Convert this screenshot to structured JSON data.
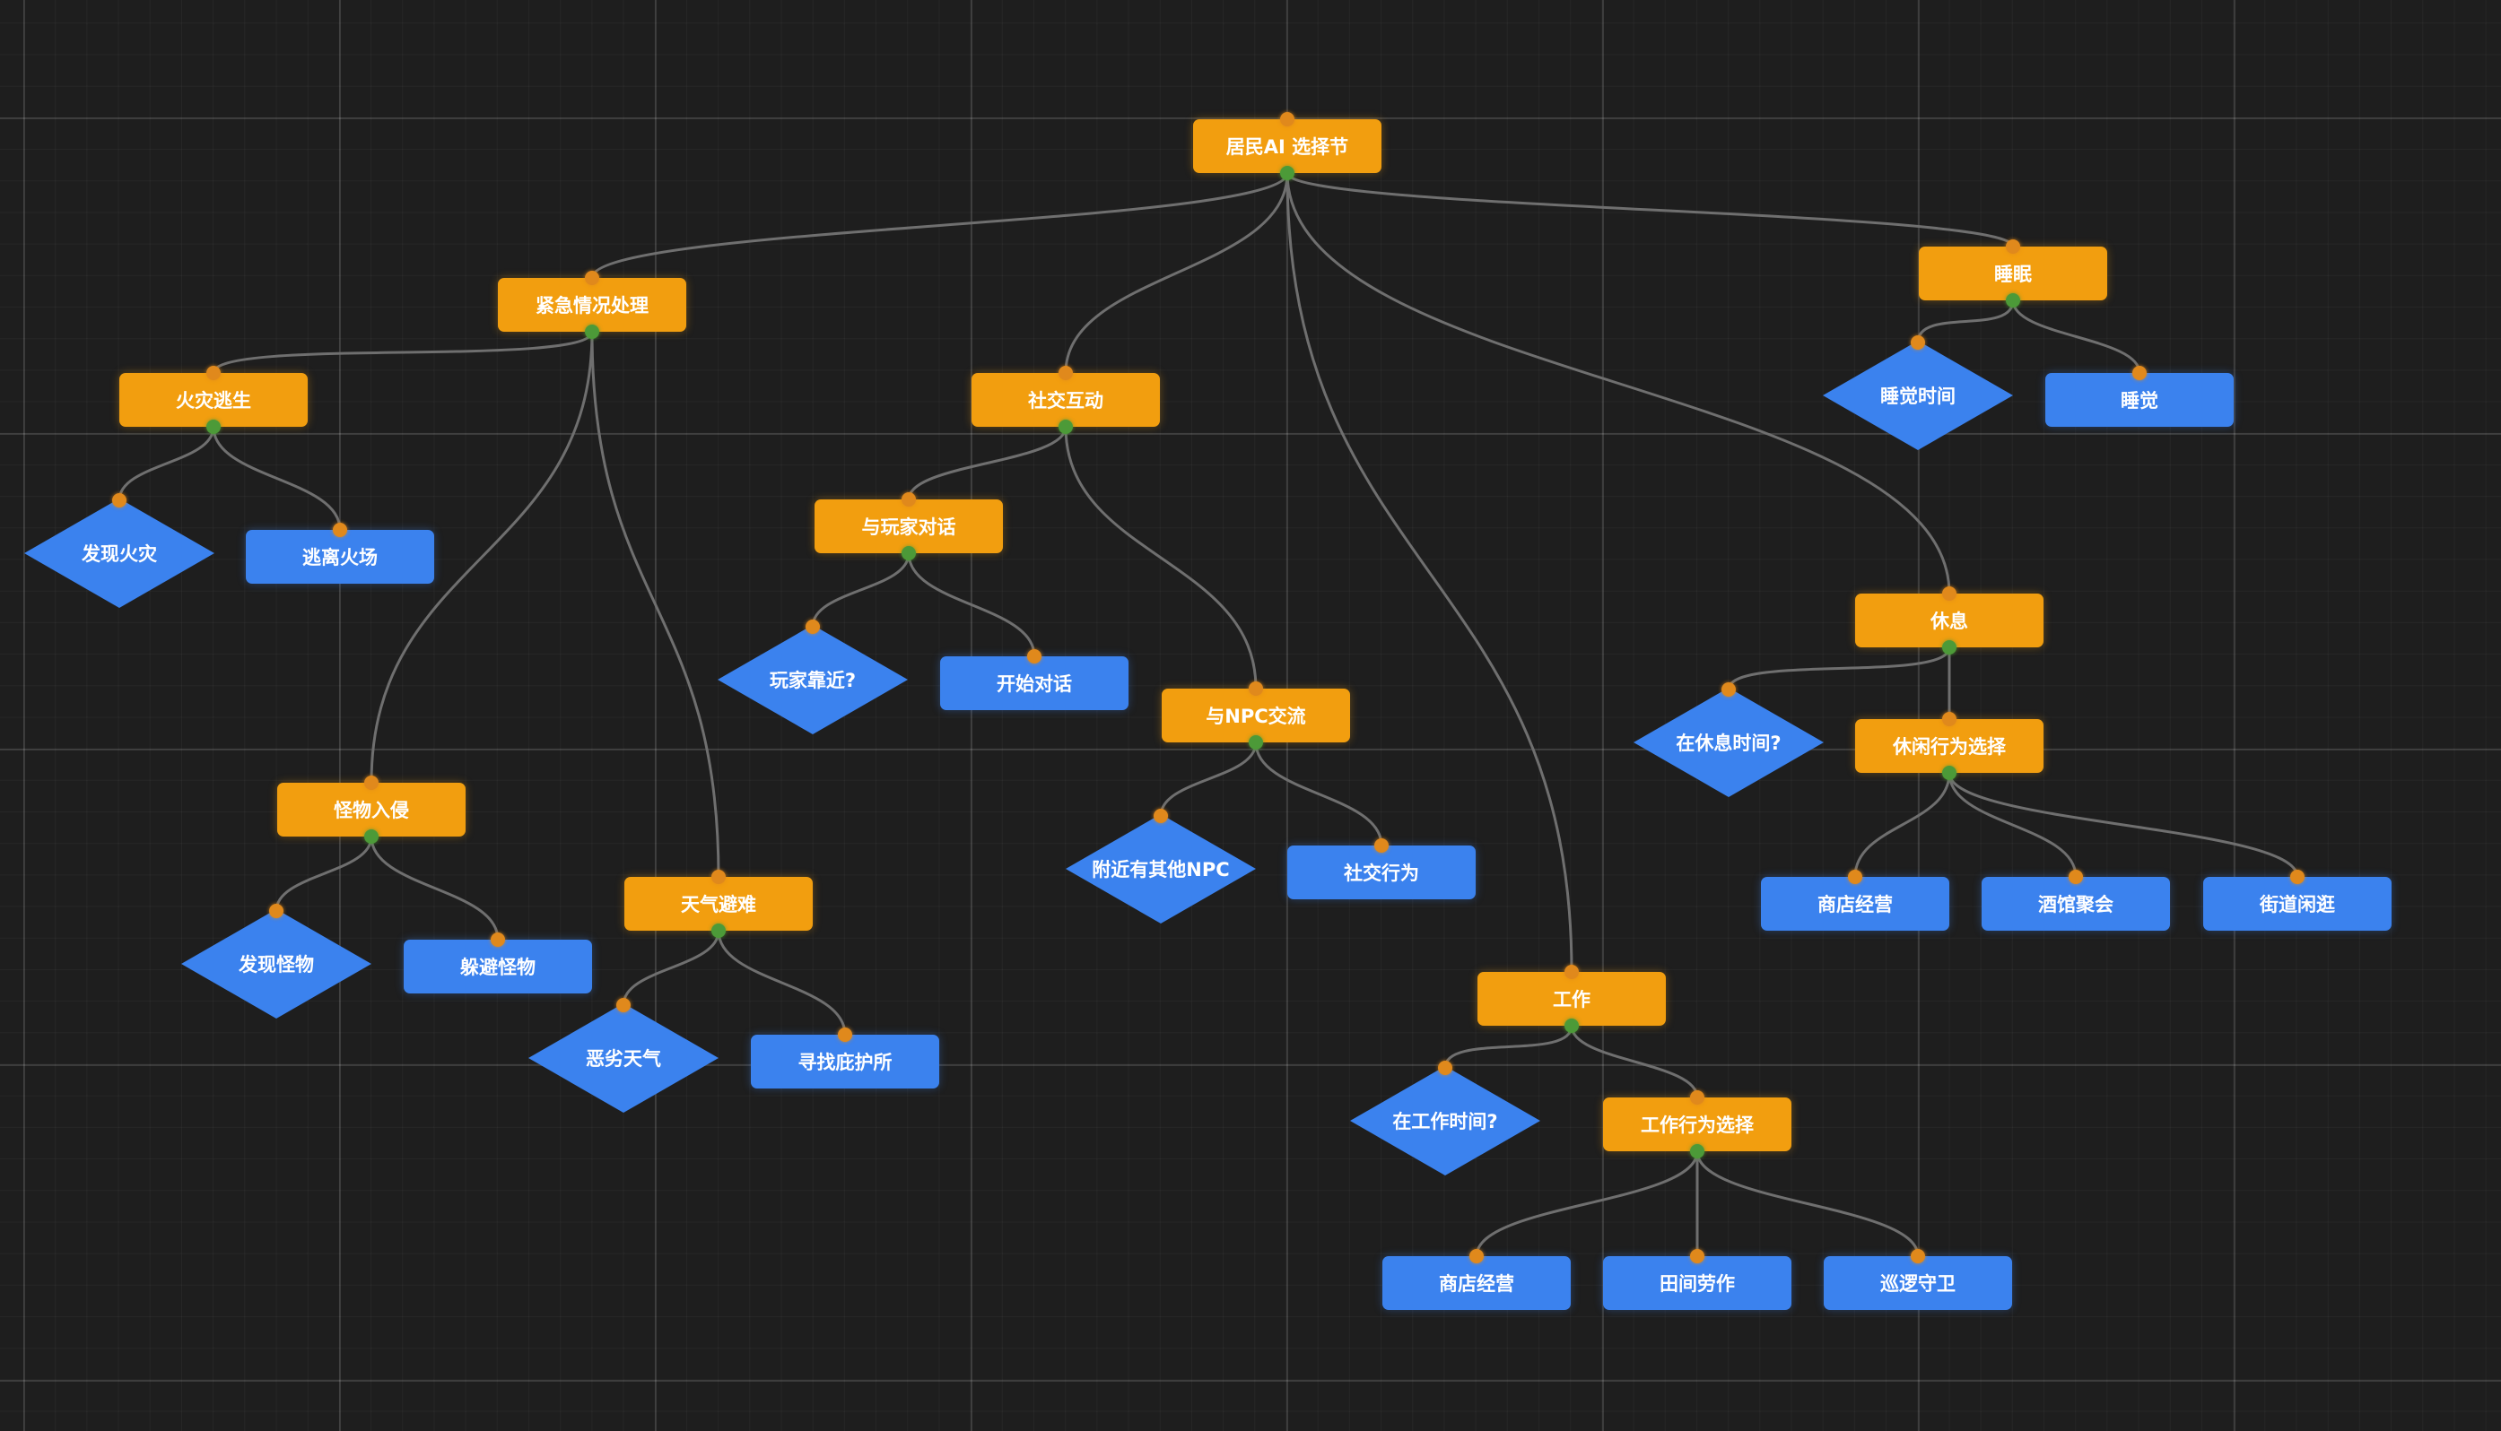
{
  "colors": {
    "composite": "#f29e0f",
    "action": "#3b82ee",
    "condition": "#3b82ee",
    "edge": "#6f6f6f",
    "input_port": "#e0891c",
    "output_port": "#4c9a38",
    "background": "#1e1e1e"
  },
  "nodes": [
    {
      "id": "root",
      "type": "composite",
      "label": "居民AI 选择节"
    },
    {
      "id": "emergency",
      "type": "composite",
      "label": "紧急情况处理"
    },
    {
      "id": "fire_escape",
      "type": "composite",
      "label": "火灾逃生"
    },
    {
      "id": "detect_fire",
      "type": "condition",
      "label": "发现火灾"
    },
    {
      "id": "flee_fire",
      "type": "action",
      "label": "逃离火场"
    },
    {
      "id": "monster_invade",
      "type": "composite",
      "label": "怪物入侵"
    },
    {
      "id": "detect_monster",
      "type": "condition",
      "label": "发现怪物"
    },
    {
      "id": "avoid_monster",
      "type": "action",
      "label": "躲避怪物"
    },
    {
      "id": "weather_shelter",
      "type": "composite",
      "label": "天气避难"
    },
    {
      "id": "bad_weather",
      "type": "condition",
      "label": "恶劣天气"
    },
    {
      "id": "find_shelter",
      "type": "action",
      "label": "寻找庇护所"
    },
    {
      "id": "social",
      "type": "composite",
      "label": "社交互动"
    },
    {
      "id": "talk_player",
      "type": "composite",
      "label": "与玩家对话"
    },
    {
      "id": "player_near",
      "type": "condition",
      "label": "玩家靠近?"
    },
    {
      "id": "start_talk",
      "type": "action",
      "label": "开始对话"
    },
    {
      "id": "npc_talk",
      "type": "composite",
      "label": "与NPC交流"
    },
    {
      "id": "npc_nearby",
      "type": "condition",
      "label": "附近有其他NPC"
    },
    {
      "id": "social_act",
      "type": "action",
      "label": "社交行为"
    },
    {
      "id": "work",
      "type": "composite",
      "label": "工作"
    },
    {
      "id": "work_time",
      "type": "condition",
      "label": "在工作时间?"
    },
    {
      "id": "work_choice",
      "type": "composite",
      "label": "工作行为选择"
    },
    {
      "id": "shop_work",
      "type": "action",
      "label": "商店经营"
    },
    {
      "id": "field_work",
      "type": "action",
      "label": "田间劳作"
    },
    {
      "id": "patrol",
      "type": "action",
      "label": "巡逻守卫"
    },
    {
      "id": "rest",
      "type": "composite",
      "label": "休息"
    },
    {
      "id": "rest_time",
      "type": "condition",
      "label": "在休息时间?"
    },
    {
      "id": "leisure_choice",
      "type": "composite",
      "label": "休闲行为选择"
    },
    {
      "id": "shop_leisure",
      "type": "action",
      "label": "商店经营"
    },
    {
      "id": "tavern",
      "type": "action",
      "label": "酒馆聚会"
    },
    {
      "id": "stroll",
      "type": "action",
      "label": "街道闲逛"
    },
    {
      "id": "sleep",
      "type": "composite",
      "label": "睡眠"
    },
    {
      "id": "sleep_time",
      "type": "condition",
      "label": "睡觉时间"
    },
    {
      "id": "sleep_act",
      "type": "action",
      "label": "睡觉"
    }
  ],
  "edges": [
    [
      "root",
      "emergency"
    ],
    [
      "root",
      "social"
    ],
    [
      "root",
      "work"
    ],
    [
      "root",
      "rest"
    ],
    [
      "root",
      "sleep"
    ],
    [
      "emergency",
      "fire_escape"
    ],
    [
      "emergency",
      "monster_invade"
    ],
    [
      "emergency",
      "weather_shelter"
    ],
    [
      "fire_escape",
      "detect_fire"
    ],
    [
      "fire_escape",
      "flee_fire"
    ],
    [
      "monster_invade",
      "detect_monster"
    ],
    [
      "monster_invade",
      "avoid_monster"
    ],
    [
      "weather_shelter",
      "bad_weather"
    ],
    [
      "weather_shelter",
      "find_shelter"
    ],
    [
      "social",
      "talk_player"
    ],
    [
      "social",
      "npc_talk"
    ],
    [
      "talk_player",
      "player_near"
    ],
    [
      "talk_player",
      "start_talk"
    ],
    [
      "npc_talk",
      "npc_nearby"
    ],
    [
      "npc_talk",
      "social_act"
    ],
    [
      "work",
      "work_time"
    ],
    [
      "work",
      "work_choice"
    ],
    [
      "work_choice",
      "shop_work"
    ],
    [
      "work_choice",
      "field_work"
    ],
    [
      "work_choice",
      "patrol"
    ],
    [
      "rest",
      "rest_time"
    ],
    [
      "rest",
      "leisure_choice"
    ],
    [
      "leisure_choice",
      "shop_leisure"
    ],
    [
      "leisure_choice",
      "tavern"
    ],
    [
      "leisure_choice",
      "stroll"
    ],
    [
      "sleep",
      "sleep_time"
    ],
    [
      "sleep",
      "sleep_act"
    ]
  ]
}
